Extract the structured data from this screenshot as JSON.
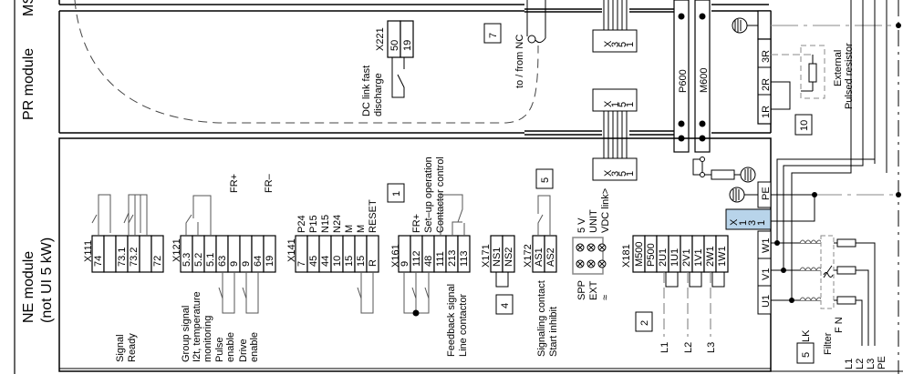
{
  "modules": {
    "pr": {
      "label": "PR module",
      "label_right": "MS"
    },
    "ne": {
      "label_line1": "NE module",
      "label_line2": "(not UI 5 kW)"
    }
  },
  "callouts": {
    "c1": "1",
    "c2": "2",
    "c4": "4",
    "c5a": "5",
    "c5b": "5",
    "c7": "7",
    "c10": "10"
  },
  "x221": {
    "name": "X221",
    "terminals": [
      "50",
      "19"
    ],
    "desc_line1": "DC link fast",
    "desc_line2": "discharge"
  },
  "nc": {
    "label": "to / from NC"
  },
  "ribbon": {
    "upper_top": {
      "x": "X",
      "pins": [
        "3",
        "5",
        "1"
      ]
    },
    "upper_bottom": {
      "x": "X",
      "pins": [
        "1",
        "5",
        "1"
      ]
    },
    "ne_connector": {
      "x": "X",
      "pins": [
        "3",
        "5",
        "1"
      ],
      "label": "VDC link>"
    }
  },
  "busbars": {
    "p": "P600",
    "m": "M600"
  },
  "pr_terminals": [
    "3R",
    "2R",
    "1R"
  ],
  "external_resistor": {
    "line1": "External",
    "line2": "Pulsed resistor"
  },
  "x111": {
    "name": "X111",
    "terminals": [
      "74",
      "",
      "73.1",
      "73.2",
      "",
      "72"
    ],
    "desc_line1": "Signal",
    "desc_line2": "Ready"
  },
  "x121": {
    "name": "X121",
    "terminals": [
      "5.3",
      "5.2",
      "5.1",
      "63",
      "9",
      "9",
      "64",
      "19"
    ],
    "top_labels": {
      "fr_plus": "FR+",
      "fr_minus": "FR–"
    },
    "desc": [
      "Group signal",
      "I2t, temperature",
      "monitoring",
      "Pulse",
      "enable",
      "Drive",
      "enable"
    ]
  },
  "x141": {
    "name": "X141",
    "terminals": [
      "7",
      "45",
      "44",
      "10",
      "15",
      "15",
      "R"
    ],
    "top_labels": [
      "P24",
      "P15",
      "N15",
      "N24",
      "M",
      "M",
      "RESET"
    ]
  },
  "x161": {
    "name": "X161",
    "terminals": [
      "9",
      "112",
      "48",
      "111",
      "213",
      "113"
    ],
    "top_labels": [
      "FR+",
      "Set–up operation",
      "Contactor control"
    ],
    "desc": [
      "Feedback signal",
      "Line contactor"
    ]
  },
  "x171": {
    "name": "X171",
    "terminals": [
      "NS1",
      "NS2"
    ]
  },
  "x172": {
    "name": "X172",
    "terminals": [
      "AS1",
      "AS2"
    ],
    "desc": [
      "Signaling contact",
      "Start inhibit"
    ]
  },
  "test_sockets": {
    "top_labels": [
      "5 V",
      "UNIT",
      "VDC link>"
    ],
    "bottom_labels": [
      "SPP",
      "EXT",
      "≈"
    ],
    "socket_count": 6
  },
  "x181": {
    "name": "X181",
    "terminals": [
      "M500",
      "P500",
      "2U1",
      "1U1",
      "2V1",
      "1V1",
      "2W1",
      "1W1"
    ],
    "lines": [
      "L1",
      "L2",
      "L3"
    ]
  },
  "x131": {
    "x": "X",
    "pins": [
      "1",
      "3",
      "1"
    ]
  },
  "power_terminals": [
    "PE",
    "W1",
    "V1",
    "U1"
  ],
  "supply": {
    "lk": "LK",
    "filter": "Filter",
    "fuse": "F N",
    "lines": [
      "L1",
      "L2",
      "L3",
      "PE"
    ]
  },
  "colors": {
    "line": "#000000",
    "grey_wire": "#808080",
    "highlight": "#b8d4ea",
    "dash": "#7a7a7a"
  }
}
